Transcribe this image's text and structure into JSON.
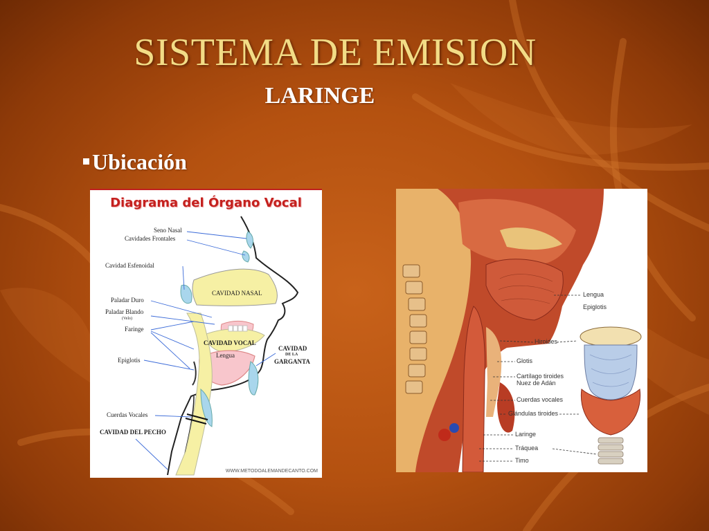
{
  "slide": {
    "title": "SISTEMA DE EMISION",
    "subtitle": "LARINGE",
    "bullet": "Ubicación"
  },
  "colors": {
    "background": "#b45110",
    "title": "#f2dc86",
    "diagram_title": "#c4201e"
  },
  "diagram_left": {
    "title": "Diagrama del Órgano Vocal",
    "labels": {
      "seno_nasal": "Seno Nasal",
      "cavidades_frontales": "Cavidades Frontales",
      "cavidad_esfenoidal": "Cavidad Esfenoidal",
      "cavidad_nasal": "CAVIDAD NASAL",
      "paladar_duro": "Paladar Duro",
      "paladar_blando": "Paladar Blando",
      "velo": "(Velo)",
      "faringe": "Faringe",
      "cavidad_vocal": "CAVIDAD VOCAL",
      "lengua": "Lengua",
      "cavidad": "CAVIDAD",
      "de_la": "DE LA",
      "garganta": "GARGANTA",
      "epiglotis": "Epiglotis",
      "cuerdas_vocales": "Cuerdas Vocales",
      "cavidad_del_pecho": "CAVIDAD DEL PECHO"
    },
    "credit": "WWW.METODOALEMANDECANTO.COM"
  },
  "diagram_right": {
    "labels": [
      "Lengua",
      "Epiglotis",
      "Hiroides",
      "Glotis",
      "Cartílago tiroides Nuez de Adán",
      "Cuerdas vocales",
      "Glándulas tiroides",
      "Laringe",
      "Tráquea",
      "Timo"
    ]
  }
}
